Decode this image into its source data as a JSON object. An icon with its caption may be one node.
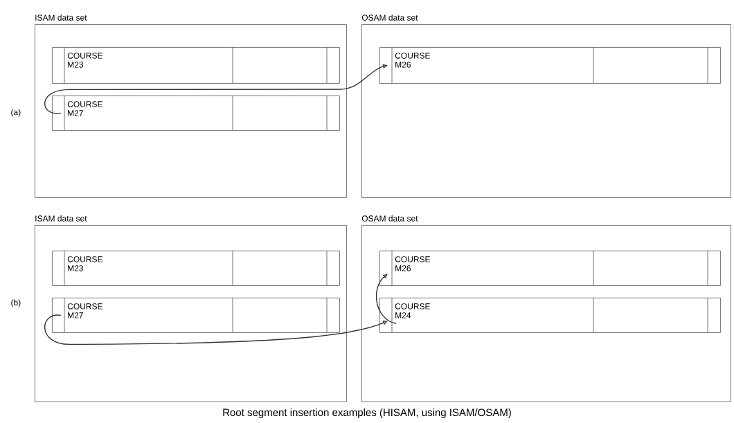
{
  "diagram": {
    "caption": "Root segment insertion examples (HISAM, using ISAM/OSAM)",
    "nodes": [
      {
        "text": [
          "ISAM data set"
        ]
      },
      {
        "text": [
          "COURSE M23"
        ],
        "in": 0
      },
      {
        "text": [
          "COURSE M27"
        ],
        "in": 0
      },
      {
        "text": [
          "OSAM data set"
        ]
      },
      {
        "text": [
          "COURSE M26"
        ],
        "in": 3
      },
      {
        "text": [
          "ISAM data set"
        ]
      },
      {
        "text": [
          "COURSE M23"
        ],
        "in": 5
      },
      {
        "text": [
          "COURSE M27"
        ],
        "in": 5
      },
      {
        "text": [
          "OSAM data set"
        ]
      },
      {
        "text": [
          "COURSE M26"
        ],
        "in": 8
      },
      {
        "text": [
          "COURSE M24"
        ],
        "in": 8
      }
    ],
    "edges": [
      {
        "from": 2,
        "to": 4,
        "arrow": "to"
      },
      {
        "from": 7,
        "to": 10,
        "arrow": "to"
      },
      {
        "from": 10,
        "to": 9,
        "arrow": "to"
      }
    ],
    "labels": [
      "(a)",
      "(b)"
    ]
  }
}
